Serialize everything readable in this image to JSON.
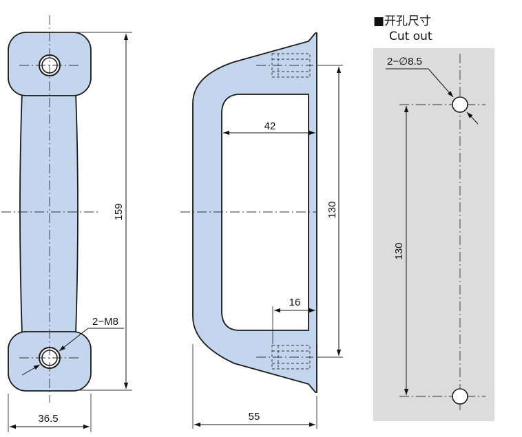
{
  "colors": {
    "part_fill": "#c3d6ee",
    "outline": "#1a1a1a",
    "cutout_panel": "#dcdcdc",
    "centerline": "#333333"
  },
  "cutout": {
    "title_cn": "■开孔尺寸",
    "title_en": "Cut out",
    "hole_label": "2−∅8.5",
    "spacing_label": "130"
  },
  "front_view": {
    "height_label": "159",
    "width_label": "36.5",
    "thread_label": "2−M8"
  },
  "side_view": {
    "inner_depth_label": "42",
    "spacing_label": "130",
    "insert_depth_label": "16",
    "depth_label": "55"
  }
}
